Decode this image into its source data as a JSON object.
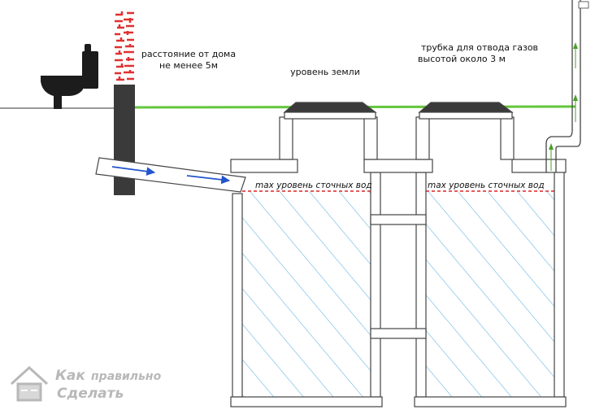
{
  "labels": {
    "distance_line1": "расстояние от дома",
    "distance_line2": "не менее 5м",
    "ground_level": "уровень земли",
    "vent_line1": "трубка для отвода газов",
    "vent_line2": "высотой около 3 м",
    "max_level_left": "max уровень сточных вод",
    "max_level_right": "max уровень сточных вод"
  },
  "watermark": {
    "line1": "Как",
    "line1_small": "правильно",
    "line2": "Сделать"
  },
  "colors": {
    "ground": "#63c63c",
    "brick": "#e03030",
    "water_hatch": "#5ab0e0",
    "max_level_line": "#dd2222",
    "flow_arrow": "#2255cc",
    "gas_arrow": "#4aa02a",
    "outline": "#444444"
  }
}
